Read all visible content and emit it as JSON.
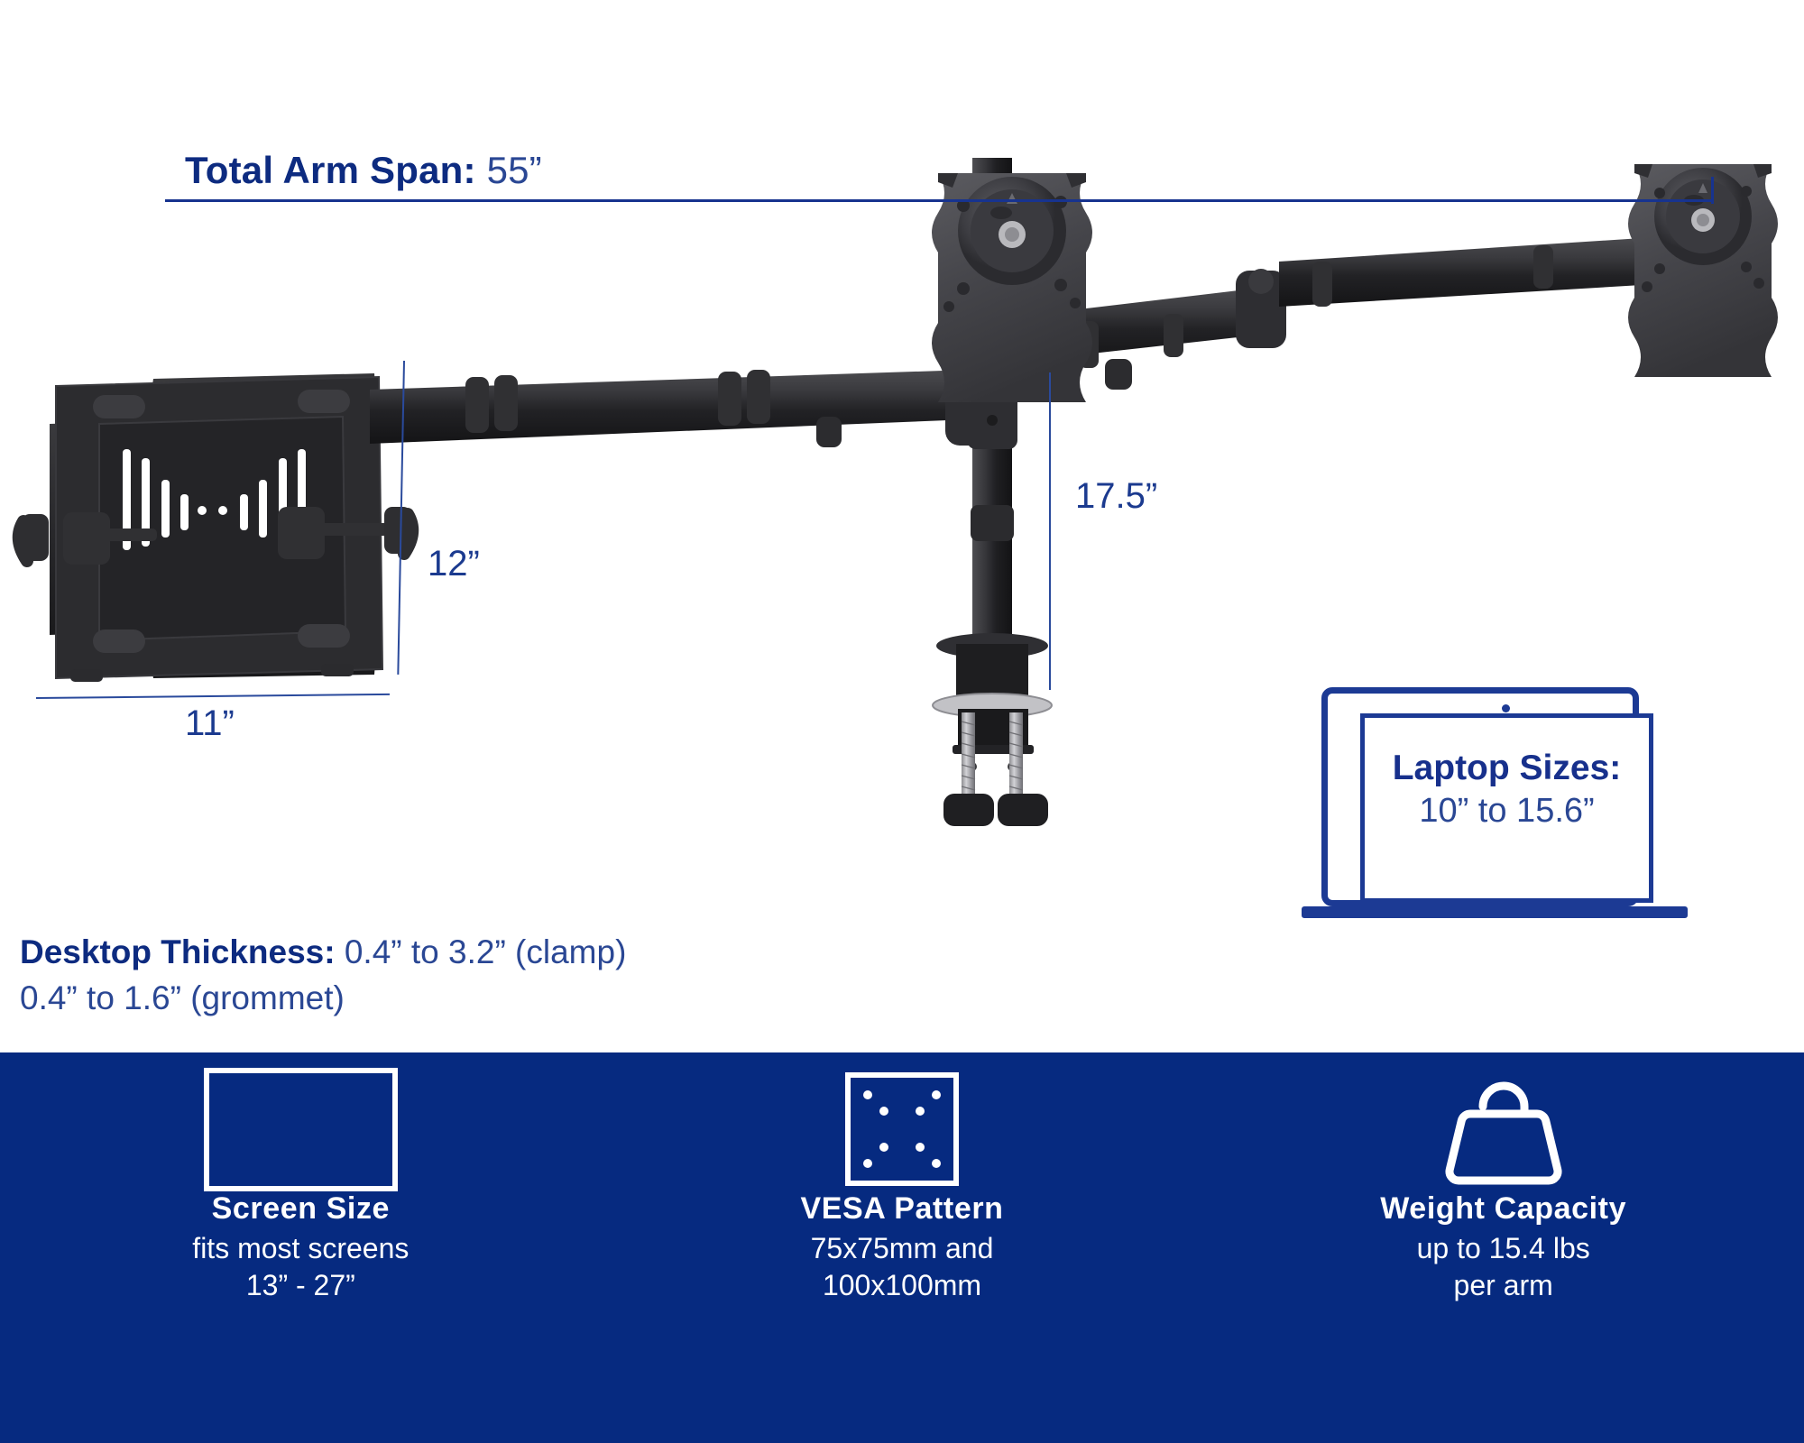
{
  "span": {
    "label": "Total Arm Span:",
    "value": "55”"
  },
  "dimensions": {
    "tray_height": "12”",
    "tray_width": "11”",
    "pole_height": "17.5”"
  },
  "desktop_thickness": {
    "label": "Desktop Thickness:",
    "line1_value": "0.4” to 3.2” (clamp)",
    "line2": "0.4” to 1.6” (grommet)"
  },
  "laptop_card": {
    "title": "Laptop Sizes:",
    "value": "10” to 15.6”"
  },
  "features": [
    {
      "icon": "screen-icon",
      "title": "Screen Size",
      "sub_line1": "fits most screens",
      "sub_line2": "13” - 27”"
    },
    {
      "icon": "vesa-pattern-icon",
      "title": "VESA Pattern",
      "sub_line1": "75x75mm and",
      "sub_line2": "100x100mm"
    },
    {
      "icon": "weight-icon",
      "title": "Weight Capacity",
      "sub_line1": "up to 15.4 lbs",
      "sub_line2": "per arm"
    }
  ],
  "colors": {
    "navy_banner": "#062a80",
    "navy_text": "#0d2b80",
    "light_navy_text": "#2a4794",
    "white": "#ffffff",
    "hardware_black": "#2a2a2c"
  }
}
